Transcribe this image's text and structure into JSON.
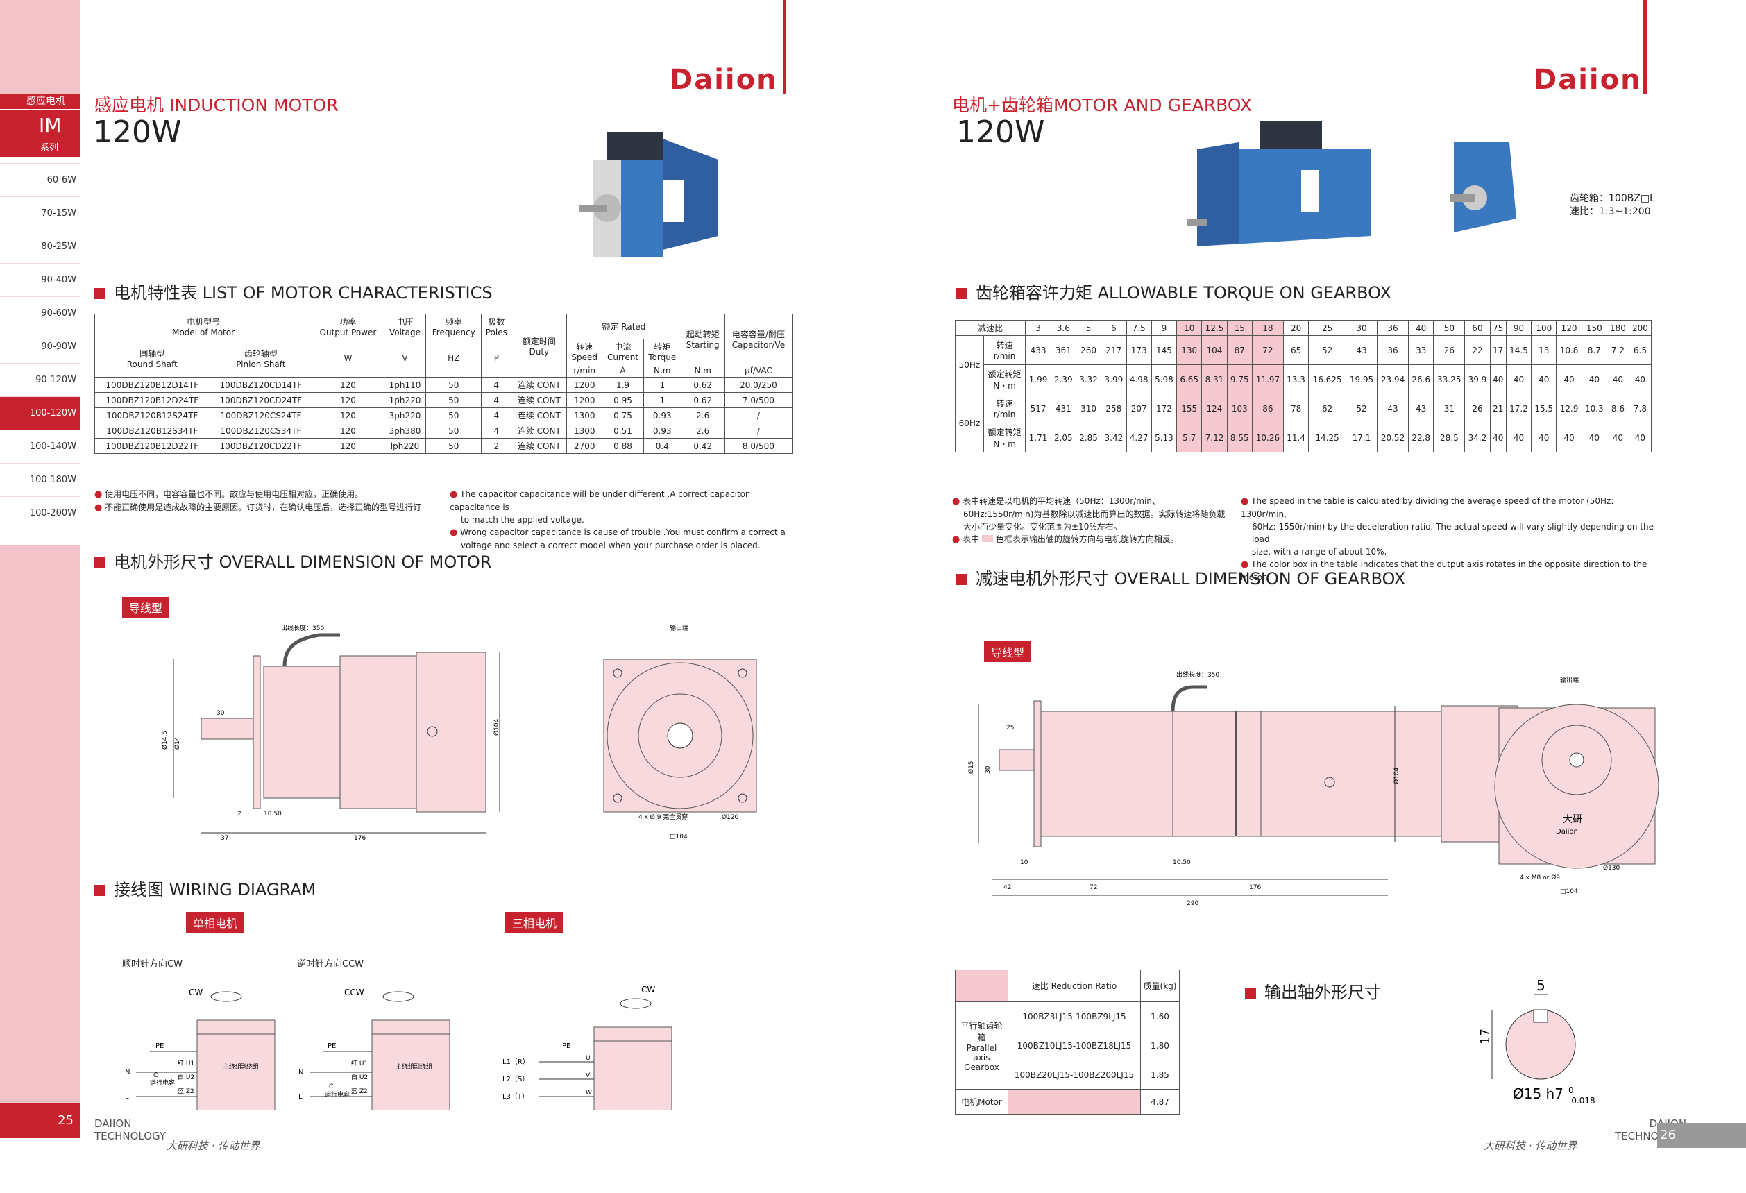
{
  "left_page": {
    "logo": "Daiion",
    "sidebar": {
      "category": "感应电机",
      "series_code": "IM",
      "series_label": "系列",
      "items": [
        "60-6W",
        "70-15W",
        "80-25W",
        "90-40W",
        "90-60W",
        "90-90W",
        "90-120W",
        "100-120W",
        "100-140W",
        "100-180W",
        "100-200W"
      ],
      "active_index": 7,
      "page_number": "25"
    },
    "subtitle": "感应电机 INDUCTION MOTOR",
    "power": "120W",
    "sec1_title": "电机特性表 LIST OF MOTOR CHARACTERISTICS",
    "table": {
      "h_model": "电机型号",
      "h_model_en": "Model of Motor",
      "h_round": "圆轴型",
      "h_round_en": "Round Shaft",
      "h_pinion": "齿轮轴型",
      "h_pinion_en": "Pinion Shaft",
      "h_power": "功率",
      "h_power_en": "Output Power",
      "h_power_unit": "W",
      "h_voltage": "电压",
      "h_voltage_en": "Voltage",
      "h_voltage_unit": "V",
      "h_freq": "频率",
      "h_freq_en": "Frequency",
      "h_freq_unit": "HZ",
      "h_poles": "极数",
      "h_poles_en": "Poles",
      "h_poles_unit": "P",
      "h_duty": "额定时间",
      "h_duty_en": "Duty",
      "h_rated": "额定 Rated",
      "h_speed": "转速",
      "h_speed_en": "Speed",
      "h_speed_unit": "r/min",
      "h_current": "电流",
      "h_current_en": "Current",
      "h_current_unit": "A",
      "h_torque": "转矩",
      "h_torque_en": "Torque",
      "h_torque_unit": "N.m",
      "h_start": "起动转矩",
      "h_start_en": "Starting",
      "h_start_unit": "N.m",
      "h_cap": "电容容量/耐压",
      "h_cap_en": "Capacitor/Ve",
      "h_cap_unit": "μf/VAC",
      "rows": [
        [
          "100DBZ120B12D14TF",
          "100DBZ120CD14TF",
          "120",
          "1ph110",
          "50",
          "4",
          "连续 CONT",
          "1200",
          "1.9",
          "1",
          "0.62",
          "20.0/250"
        ],
        [
          "100DBZ120B12D24TF",
          "100DBZ120CD24TF",
          "120",
          "1ph220",
          "50",
          "4",
          "连续 CONT",
          "1200",
          "0.95",
          "1",
          "0.62",
          "7.0/500"
        ],
        [
          "100DBZ120B12S24TF",
          "100DBZ120CS24TF",
          "120",
          "3ph220",
          "50",
          "4",
          "连续 CONT",
          "1300",
          "0.75",
          "0.93",
          "2.6",
          "/"
        ],
        [
          "100DBZ120B12S34TF",
          "100DBZ120CS34TF",
          "120",
          "3ph380",
          "50",
          "4",
          "连续 CONT",
          "1300",
          "0.51",
          "0.93",
          "2.6",
          "/"
        ],
        [
          "100DBZ120B12D22TF",
          "100DBZ120CD22TF",
          "120",
          "lph220",
          "50",
          "2",
          "连续 CONT",
          "2700",
          "0.88",
          "0.4",
          "0.42",
          "8.0/500"
        ]
      ]
    },
    "notes_cn": [
      "使用电压不同，电容容量也不同。故应与使用电压相对应，正确使用。",
      "不能正确使用是造成故障的主要原因。订货时，在确认电压后，选择正确的型号进行订"
    ],
    "notes_en": [
      "The capacitor capacitance will be under different .A correct capacitor capacitance is",
      "to match the applied voltage.",
      "Wrong capacitor capacitance is cause of trouble .You must confirm a correct a",
      "voltage and select a correct model when your purchase order is placed."
    ],
    "sec2_title": "电机外形尺寸 OVERALL DIMENSION OF MOTOR",
    "tag_lead": "导线型",
    "dim_cable": "出线长度：350",
    "dim_output": "输出端",
    "dim_30": "30",
    "dim_2": "2",
    "dim_1050": "10.50",
    "dim_37": "37",
    "dim_176": "176",
    "dim_d104": "Ø104",
    "dim_d120": "Ø120",
    "dim_sq104": "□104",
    "dim_holes": "4 x Ø 9 完全贯穿",
    "dim_shaft1": "Ø14.5",
    "dim_shaft2": "Ø14",
    "sec3_title": "接线图 WIRING DIAGRAM",
    "tag_single": "单相电机",
    "tag_three": "三相电机",
    "cw_label": "顺时针方向CW",
    "ccw_label": "逆时针方向CCW",
    "w_cw": "CW",
    "w_ccw": "CCW",
    "w_pe": "PE",
    "w_n": "N",
    "w_l": "L",
    "w_c": "C",
    "w_run_cap": "运行电容",
    "w_red": "红 U1",
    "w_white": "白 U2",
    "w_blue": "蓝 Z2",
    "w_main": "主绕组",
    "w_aux": "副绕组",
    "w_l1": "L1（R）",
    "w_l2": "L2（S）",
    "w_l3": "L3（T）",
    "w_u": "U",
    "w_v": "V",
    "w_w": "W",
    "footer_brand": "DAIION",
    "footer_brand2": "TECHNOLOGY",
    "footer_slogan": "大研科技 · 传动世界"
  },
  "right_page": {
    "logo": "Daiion",
    "subtitle": "电机+齿轮箱MOTOR AND GEARBOX",
    "power": "120W",
    "gearbox_model": "齿轮箱：100BZ□L",
    "gearbox_ratio": "速比：1:3~1:200",
    "sec1_title": "齿轮箱容许力矩 ALLOWABLE TORQUE ON GEARBOX",
    "torque": {
      "ratio_label": "减速比",
      "ratios": [
        "3",
        "3.6",
        "5",
        "6",
        "7.5",
        "9",
        "10",
        "12.5",
        "15",
        "18",
        "20",
        "25",
        "30",
        "36",
        "40",
        "50",
        "60",
        "75",
        "90",
        "100",
        "120",
        "150",
        "180",
        "200"
      ],
      "highlight_cols": [
        6,
        7,
        8,
        9
      ],
      "hz50": "50Hz",
      "hz60": "60Hz",
      "speed_label": "转速",
      "speed_unit": "r/min",
      "torque_label": "额定转矩",
      "torque_unit": "N・m",
      "speed50": [
        "433",
        "361",
        "260",
        "217",
        "173",
        "145",
        "130",
        "104",
        "87",
        "72",
        "65",
        "52",
        "43",
        "36",
        "33",
        "26",
        "22",
        "17",
        "14.5",
        "13",
        "10.8",
        "8.7",
        "7.2",
        "6.5"
      ],
      "torque50": [
        "1.99",
        "2.39",
        "3.32",
        "3.99",
        "4.98",
        "5.98",
        "6.65",
        "8.31",
        "9.75",
        "11.97",
        "13.3",
        "16.625",
        "19.95",
        "23.94",
        "26.6",
        "33.25",
        "39.9",
        "40",
        "40",
        "40",
        "40",
        "40",
        "40",
        "40"
      ],
      "speed60": [
        "517",
        "431",
        "310",
        "258",
        "207",
        "172",
        "155",
        "124",
        "103",
        "86",
        "78",
        "62",
        "52",
        "43",
        "43",
        "31",
        "26",
        "21",
        "17.2",
        "15.5",
        "12.9",
        "10.3",
        "8.6",
        "7.8"
      ],
      "torque60": [
        "1.71",
        "2.05",
        "2.85",
        "3.42",
        "4.27",
        "5.13",
        "5.7",
        "7.12",
        "8.55",
        "10.26",
        "11.4",
        "14.25",
        "17.1",
        "20.52",
        "22.8",
        "28.5",
        "34.2",
        "40",
        "40",
        "40",
        "40",
        "40",
        "40",
        "40"
      ]
    },
    "notes_cn": [
      "表中转速是以电机的平均转速（50Hz：1300r/min、",
      "60Hz:1550r/min)为基数除以减速比而算出的数据。实际转速将随负载",
      "大小而少量变化。变化范围为±10%左右。",
      "表中",
      "色框表示输出轴的旋转方向与电机旋转方向相反。"
    ],
    "notes_en": [
      "The speed in the table is calculated by dividing the average speed of the motor (50Hz: 1300r/min,",
      "60Hz: 1550r/min) by the deceleration ratio. The actual speed will vary slightly depending on the load",
      "size, with a range of about 10%.",
      "The color box in the table indicates that the output axis rotates in the opposite direction to the motor."
    ],
    "sec2_title": "减速电机外形尺寸 OVERALL DIMENSION OF GEARBOX",
    "tag_lead": "导线型",
    "dim_cable": "出线长度：350",
    "dim_output": "输出端",
    "dim_25": "25",
    "dim_10": "10",
    "dim_1050": "10.50",
    "dim_42": "42",
    "dim_72": "72",
    "dim_176": "176",
    "dim_290": "290",
    "dim_d104": "Ø104",
    "dim_d130": "Ø130",
    "dim_sq104": "□104",
    "dim_holes": "4 x M8 or Ø9",
    "dim_d15": "Ø15",
    "dim_h30": "30",
    "mass": {
      "h_ratio": "速比 Reduction Ratio",
      "h_mass": "质量(kg)",
      "row_label_cn": "平行轴齿轮箱",
      "row_label_en": "Parallel axis Gearbox",
      "rows": [
        [
          "100BZ3LJ15-100BZ9LJ15",
          "1.60"
        ],
        [
          "100BZ10LJ15-100BZ18LJ15",
          "1.80"
        ],
        [
          "100BZ20LJ15-100BZ200LJ15",
          "1.85"
        ]
      ],
      "motor_label": "电机Motor",
      "motor_mass": "4.87"
    },
    "sec3_title": "输出轴外形尺寸",
    "shaft_5": "5",
    "shaft_17": "17",
    "shaft_d": "Ø15 h7",
    "shaft_tol_up": "0",
    "shaft_tol_down": "-0.018",
    "factory_mark": "大研",
    "factory_mark2": "Daiion",
    "page_number": "26",
    "footer_brand": "DAIION",
    "footer_brand2": "TECHNOLOGY",
    "footer_slogan": "大研科技 · 传动世界"
  },
  "colors": {
    "accent": "#c8222f",
    "pink": "#f3c3c9",
    "body_pink": "#f8d9dd",
    "motor_blue": "#3a78bf"
  }
}
